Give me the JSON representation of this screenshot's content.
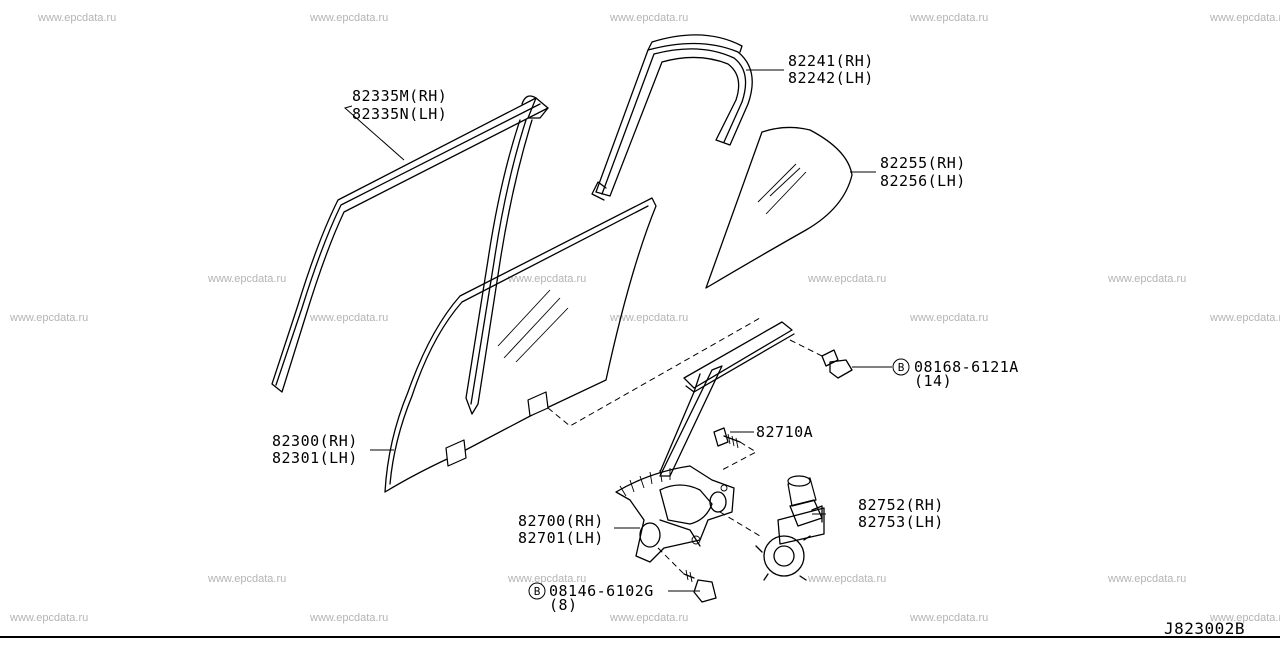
{
  "watermark": "www.epcdata.ru",
  "diagram_id": "J823002B",
  "callouts": {
    "sash_line1": "82335M(RH)",
    "sash_line2": "82335N(LH)",
    "run_line1": "82241(RH)",
    "run_line2": "82242(LH)",
    "partition_glass_line1": "82255(RH)",
    "partition_glass_line2": "82256(LH)",
    "bolt1_marker": "B",
    "bolt1_part": "08168-6121A",
    "bolt1_qty": "(14)",
    "screw_part": "82710A",
    "door_glass_line1": "82300(RH)",
    "door_glass_line2": "82301(LH)",
    "motor_line1": "82752(RH)",
    "motor_line2": "82753(LH)",
    "regulator_line1": "82700(RH)",
    "regulator_line2": "82701(LH)",
    "bolt2_marker": "B",
    "bolt2_part": "08146-6102G",
    "bolt2_qty": "(8)"
  }
}
